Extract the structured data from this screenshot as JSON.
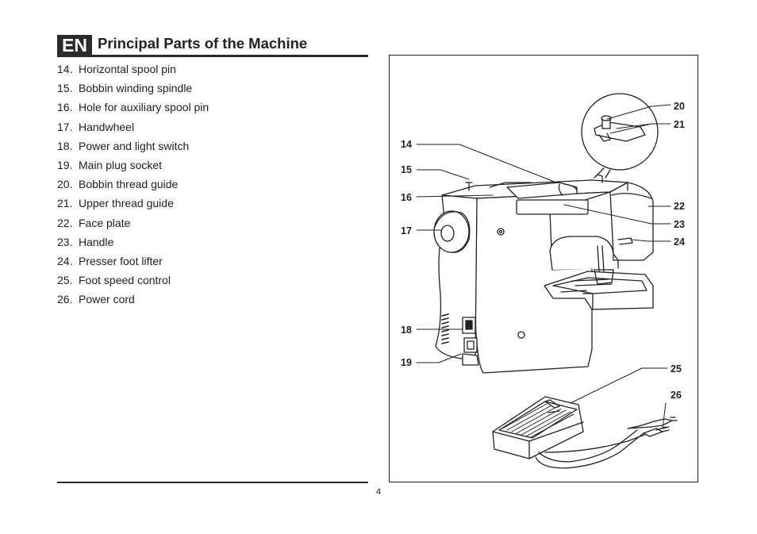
{
  "header": {
    "language_badge": "EN",
    "title": "Principal Parts of the Machine"
  },
  "parts": [
    {
      "num": "14.",
      "label": "Horizontal spool pin"
    },
    {
      "num": "15.",
      "label": "Bobbin winding spindle"
    },
    {
      "num": "16.",
      "label": "Hole for auxiliary spool pin"
    },
    {
      "num": "17.",
      "label": "Handwheel"
    },
    {
      "num": "18.",
      "label": "Power and light switch"
    },
    {
      "num": "19.",
      "label": "Main plug socket"
    },
    {
      "num": "20.",
      "label": "Bobbin thread guide"
    },
    {
      "num": "21.",
      "label": "Upper thread guide"
    },
    {
      "num": "22.",
      "label": "Face plate"
    },
    {
      "num": "23.",
      "label": "Handle"
    },
    {
      "num": "24.",
      "label": "Presser foot lifter"
    },
    {
      "num": "25.",
      "label": "Foot speed control"
    },
    {
      "num": "26.",
      "label": "Power cord"
    }
  ],
  "figure": {
    "callouts": {
      "c14": "14",
      "c15": "15",
      "c16": "16",
      "c17": "17",
      "c18": "18",
      "c19": "19",
      "c20": "20",
      "c21": "21",
      "c22": "22",
      "c23": "23",
      "c24": "24",
      "c25": "25",
      "c26": "26"
    }
  },
  "footer": {
    "page_number": "4"
  }
}
